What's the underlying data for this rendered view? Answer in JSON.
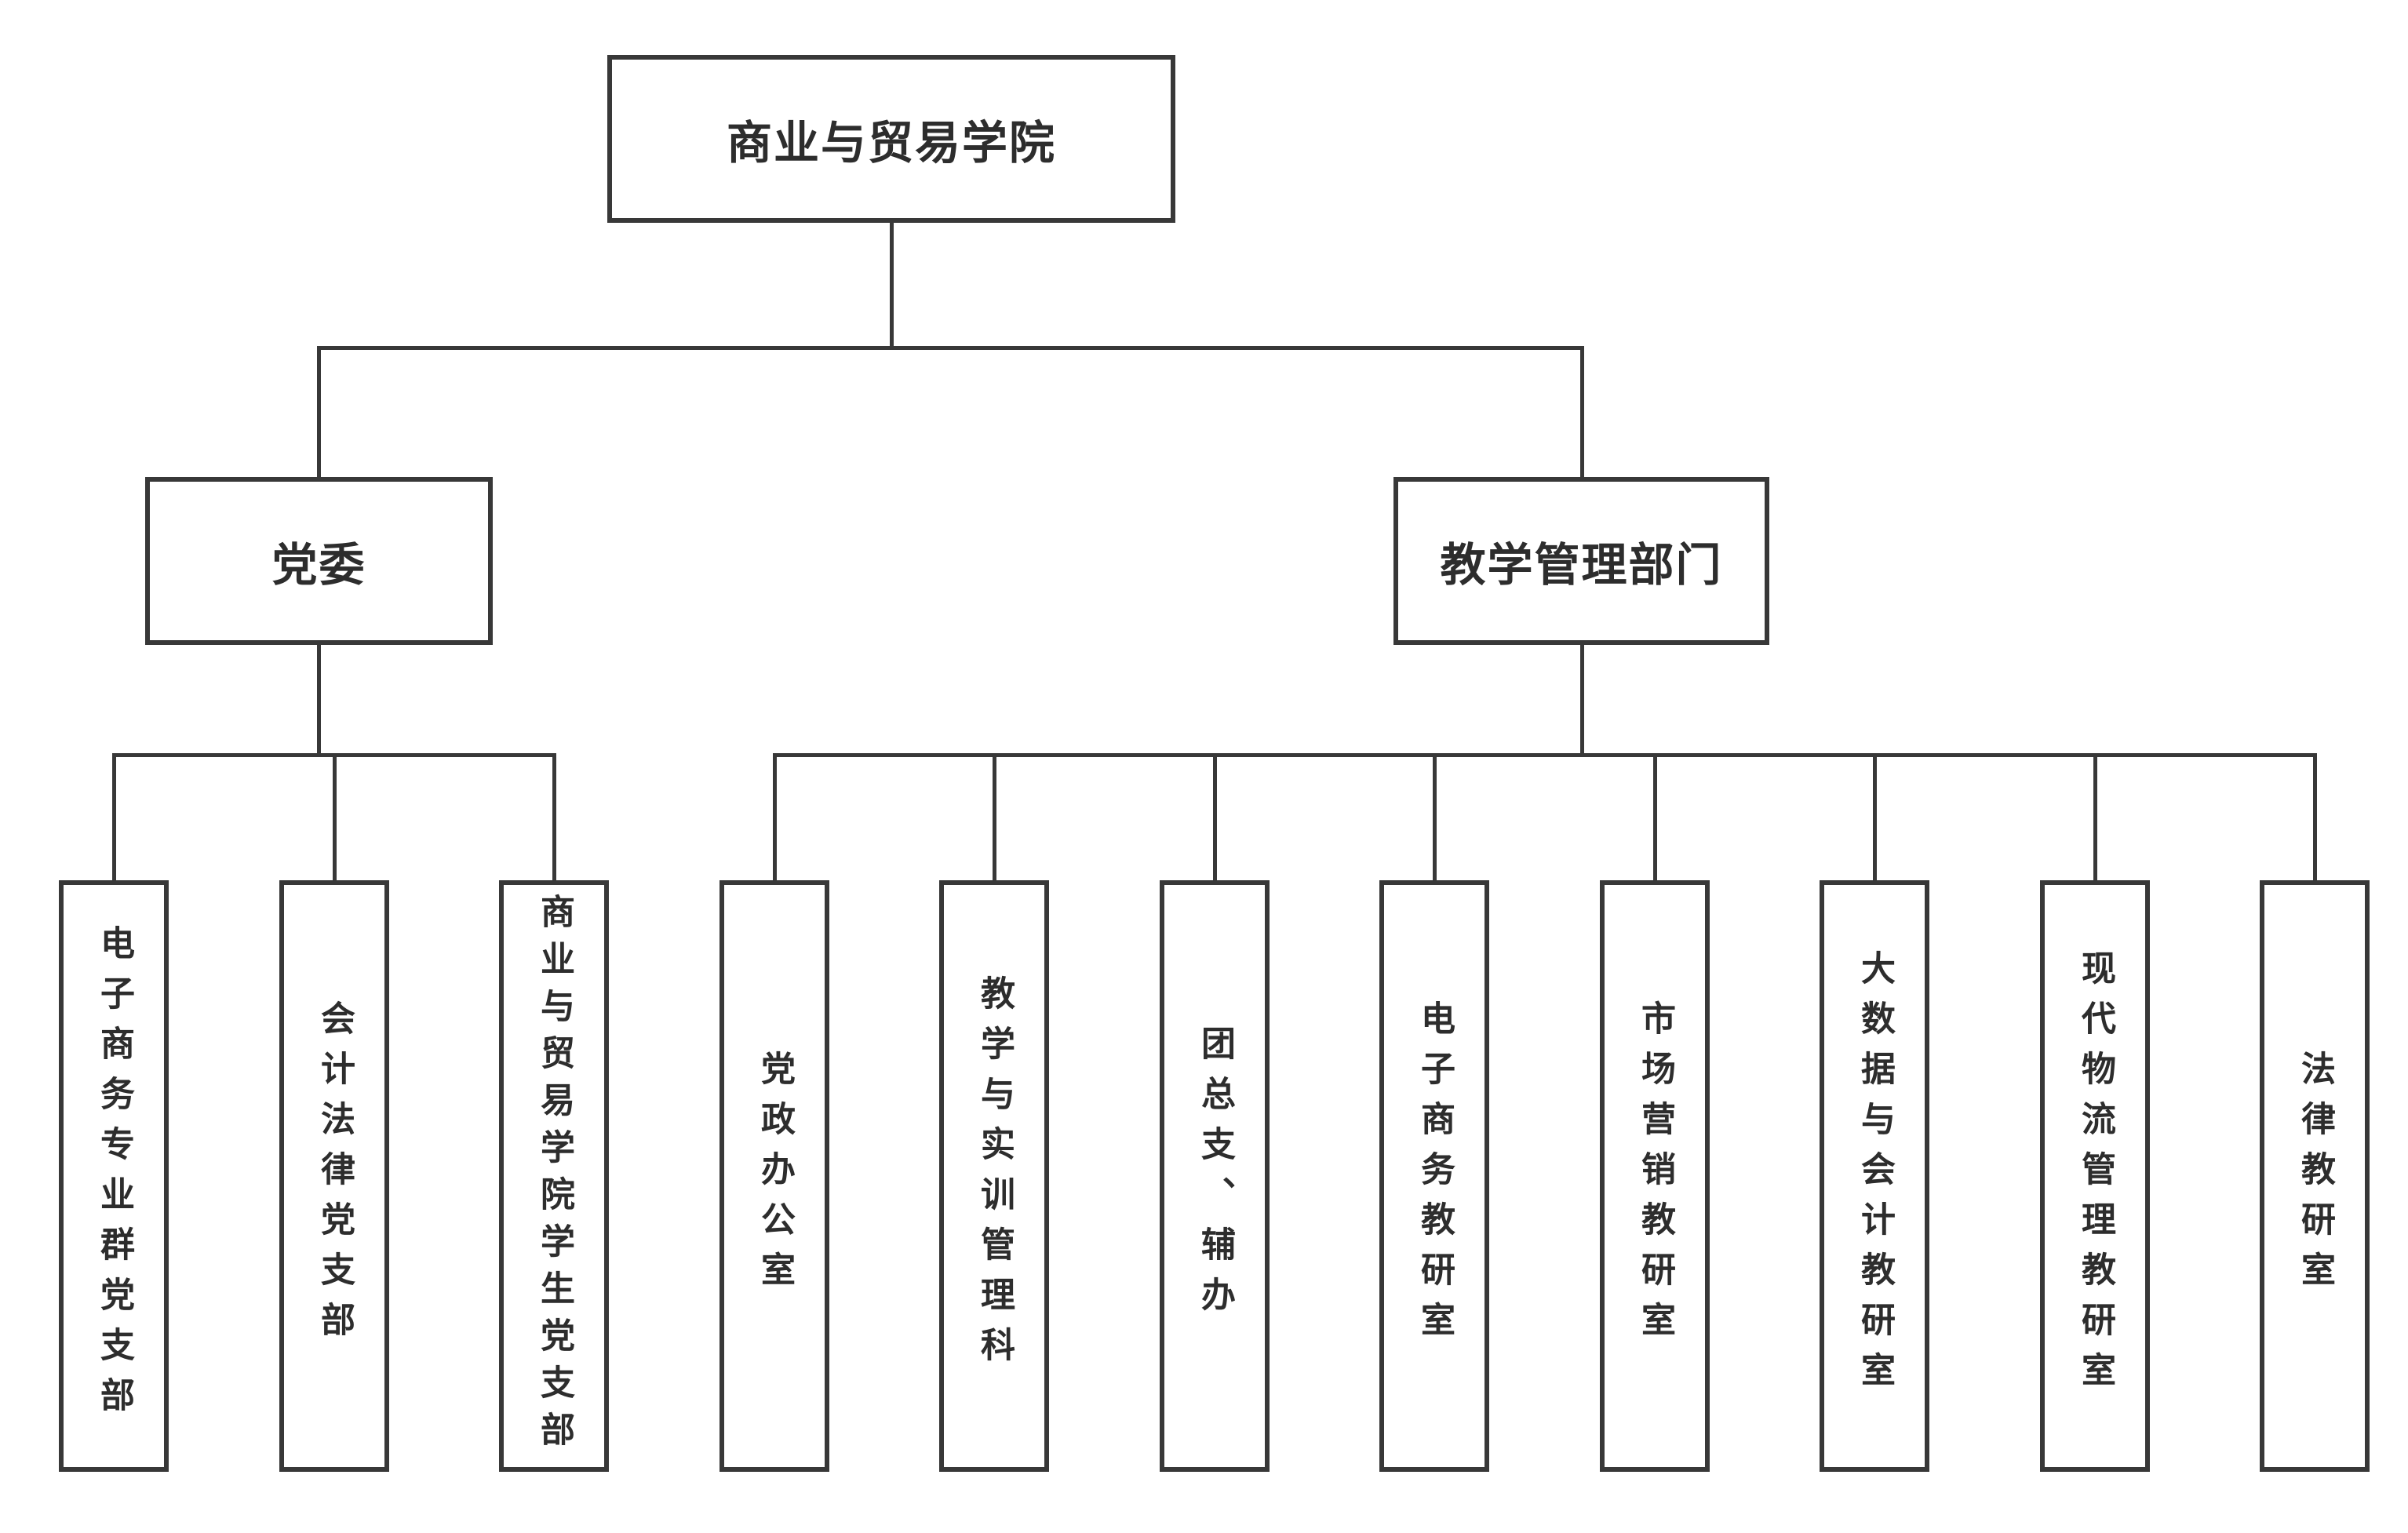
{
  "colors": {
    "line": "#383838",
    "text": "#2d2d2d",
    "node-bg": "#ffffff",
    "canvas": "#ffffff"
  },
  "chart": {
    "root": {
      "label": "商业与贸易学院"
    },
    "branches": [
      {
        "label": "党委",
        "children": [
          {
            "label": "电子商务专业群党支部"
          },
          {
            "label": "会计法律党支部"
          },
          {
            "label": "商业与贸易学院学生党支部"
          }
        ]
      },
      {
        "label": "教学管理部门",
        "children": [
          {
            "label": "党政办公室"
          },
          {
            "label": "教学与实训管理科"
          },
          {
            "label": "团总支、辅办"
          },
          {
            "label": "电子商务教研室"
          },
          {
            "label": "市场营销教研室"
          },
          {
            "label": "大数据与会计教研室"
          },
          {
            "label": "现代物流管理教研室"
          },
          {
            "label": "法律教研室"
          }
        ]
      }
    ]
  }
}
